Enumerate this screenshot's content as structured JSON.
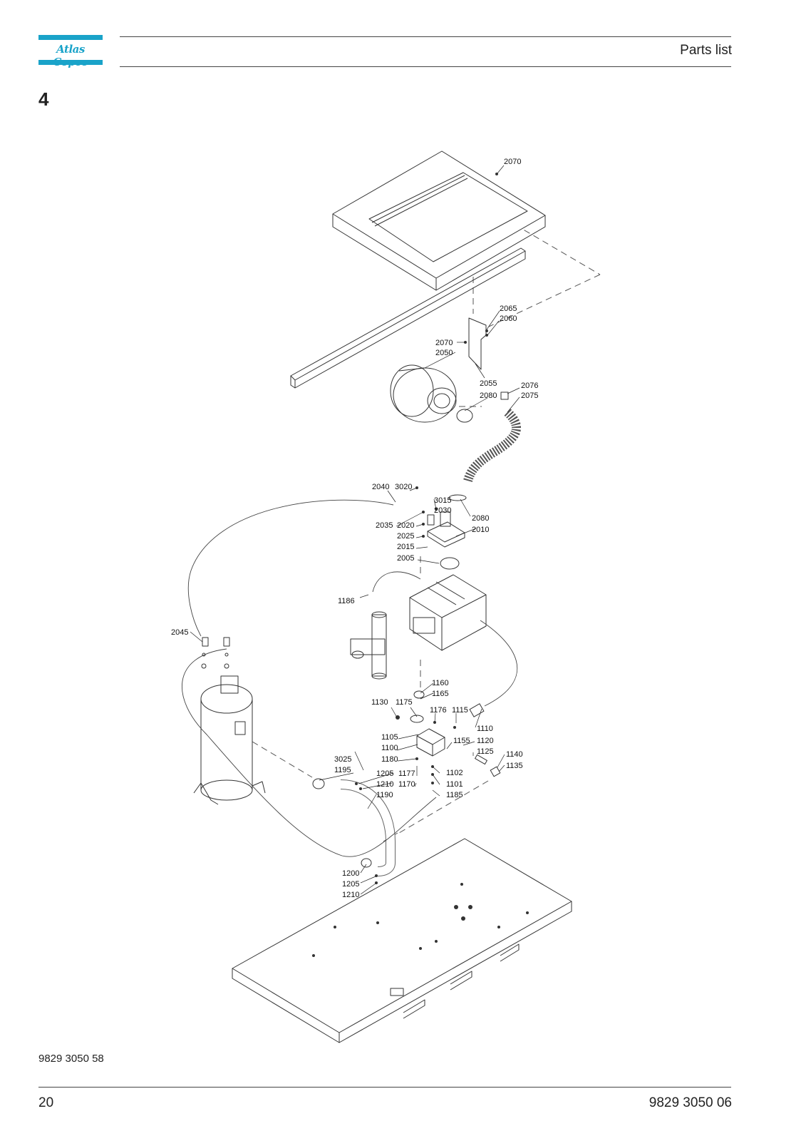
{
  "header": {
    "brand": "Atlas Copco",
    "title": "Parts list"
  },
  "section": {
    "number": "4"
  },
  "callouts": [
    {
      "id": "c2070a",
      "label": "2070"
    },
    {
      "id": "c2065",
      "label": "2065"
    },
    {
      "id": "c2060",
      "label": "2060"
    },
    {
      "id": "c2070b",
      "label": "2070"
    },
    {
      "id": "c2050",
      "label": "2050"
    },
    {
      "id": "c2055",
      "label": "2055"
    },
    {
      "id": "c2076",
      "label": "2076"
    },
    {
      "id": "c2080a",
      "label": "2080"
    },
    {
      "id": "c2075",
      "label": "2075"
    },
    {
      "id": "c2040",
      "label": "2040"
    },
    {
      "id": "c3020",
      "label": "3020"
    },
    {
      "id": "c3015",
      "label": "3015"
    },
    {
      "id": "c2030",
      "label": "2030"
    },
    {
      "id": "c2080b",
      "label": "2080"
    },
    {
      "id": "c2035",
      "label": "2035"
    },
    {
      "id": "c2020",
      "label": "2020"
    },
    {
      "id": "c2010",
      "label": "2010"
    },
    {
      "id": "c2025",
      "label": "2025"
    },
    {
      "id": "c2015",
      "label": "2015"
    },
    {
      "id": "c2005",
      "label": "2005"
    },
    {
      "id": "c1186",
      "label": "1186"
    },
    {
      "id": "c2045",
      "label": "2045"
    },
    {
      "id": "c1160",
      "label": "1160"
    },
    {
      "id": "c1165",
      "label": "1165"
    },
    {
      "id": "c1130",
      "label": "1130"
    },
    {
      "id": "c1175",
      "label": "1175"
    },
    {
      "id": "c1176",
      "label": "1176"
    },
    {
      "id": "c1115",
      "label": "1115"
    },
    {
      "id": "c1110",
      "label": "1110"
    },
    {
      "id": "c1105",
      "label": "1105"
    },
    {
      "id": "c1155",
      "label": "1155"
    },
    {
      "id": "c1120",
      "label": "1120"
    },
    {
      "id": "c1100",
      "label": "1100"
    },
    {
      "id": "c1125",
      "label": "1125"
    },
    {
      "id": "c1140",
      "label": "1140"
    },
    {
      "id": "c1180",
      "label": "1180"
    },
    {
      "id": "c3025",
      "label": "3025"
    },
    {
      "id": "c1135",
      "label": "1135"
    },
    {
      "id": "c1195",
      "label": "1195"
    },
    {
      "id": "c1205a",
      "label": "1205"
    },
    {
      "id": "c1177",
      "label": "1177"
    },
    {
      "id": "c1102",
      "label": "1102"
    },
    {
      "id": "c1210a",
      "label": "1210"
    },
    {
      "id": "c1170",
      "label": "1170"
    },
    {
      "id": "c1101",
      "label": "1101"
    },
    {
      "id": "c1190",
      "label": "1190"
    },
    {
      "id": "c1185",
      "label": "1185"
    },
    {
      "id": "c1200",
      "label": "1200"
    },
    {
      "id": "c1205b",
      "label": "1205"
    },
    {
      "id": "c1210b",
      "label": "1210"
    }
  ],
  "footer": {
    "doc_id": "9829 3050 58",
    "page_number": "20",
    "doc_number": "9829 3050 06"
  },
  "colors": {
    "brand": "#1aa3c9",
    "line": "#333333"
  }
}
